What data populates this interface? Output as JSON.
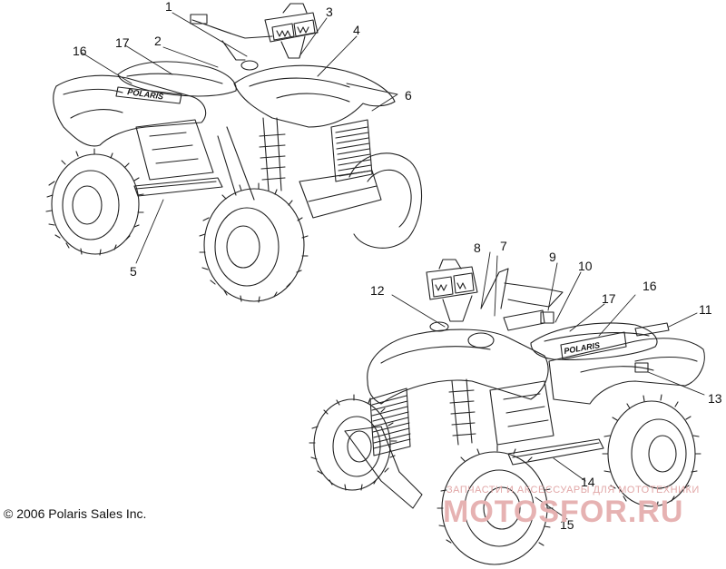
{
  "callouts": {
    "top": [
      "1",
      "2",
      "3",
      "4",
      "5",
      "6",
      "16",
      "17"
    ],
    "bottom": [
      "7",
      "8",
      "9",
      "10",
      "11",
      "12",
      "13",
      "14",
      "15",
      "16",
      "17"
    ]
  },
  "decal_logo": "POLARIS",
  "copyright": "© 2006 Polaris Sales Inc.",
  "watermark": {
    "tagline": "ЗАПЧАСТИ И АКСЕССУАРЫ ДЛЯ МОТОТЕХНИКИ",
    "site": "MOTOSFOR.RU"
  }
}
